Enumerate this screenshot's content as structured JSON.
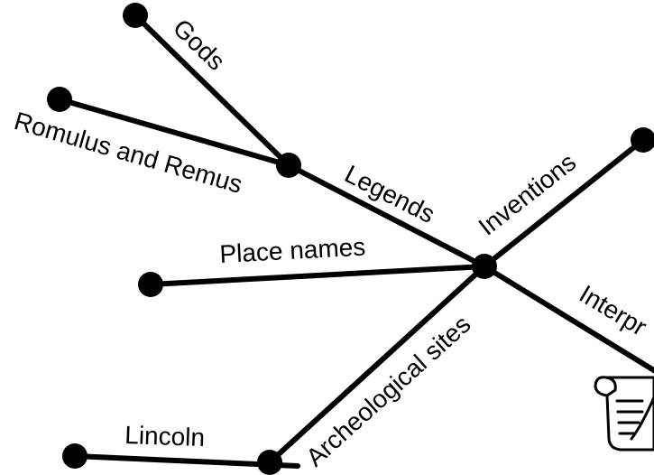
{
  "diagram": {
    "branches": {
      "gods": "Gods",
      "romulus_and_remus": "Romulus and Remus",
      "legends": "Legends",
      "inventions": "Inventions",
      "place_names": "Place names",
      "interpretation": "Interpr",
      "archeological_sites": "Archeological sites",
      "lincoln": "Lincoln"
    },
    "icons": {
      "scroll": "scroll-quill-icon"
    }
  }
}
